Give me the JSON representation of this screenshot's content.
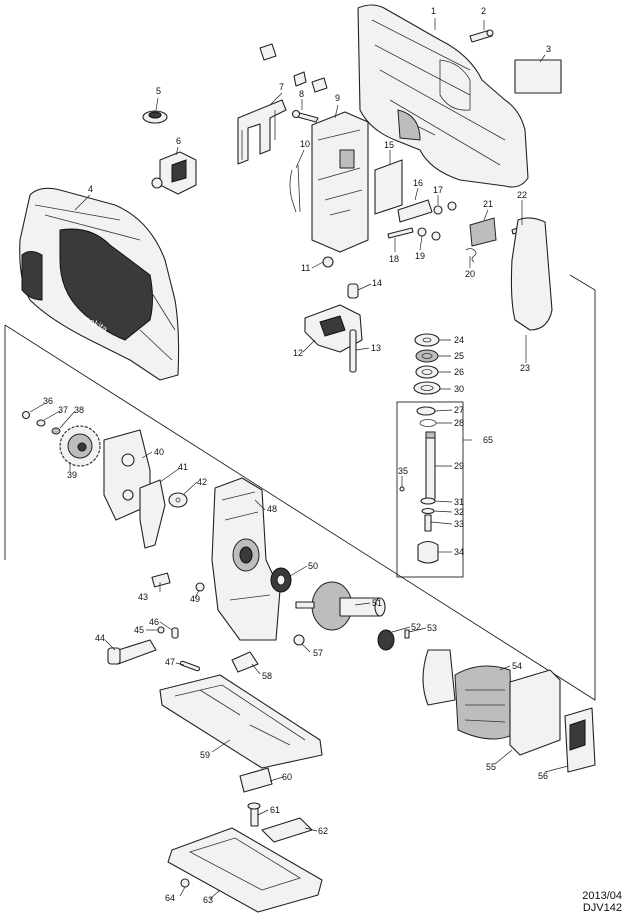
{
  "footer": {
    "date": "2013/04",
    "model": "DJV142"
  },
  "callouts": [
    "1",
    "2",
    "3",
    "4",
    "5",
    "6",
    "7",
    "8",
    "9",
    "10",
    "11",
    "12",
    "13",
    "14",
    "15",
    "16",
    "17",
    "18",
    "19",
    "20",
    "21",
    "22",
    "23",
    "24",
    "25",
    "26",
    "27",
    "28",
    "29",
    "30",
    "31",
    "32",
    "33",
    "34",
    "35",
    "36",
    "37",
    "38",
    "39",
    "40",
    "41",
    "42",
    "43",
    "44",
    "45",
    "46",
    "47",
    "48",
    "49",
    "50",
    "51",
    "52",
    "53",
    "54",
    "55",
    "56",
    "57",
    "58",
    "59",
    "60",
    "61",
    "62",
    "63",
    "64",
    "65"
  ],
  "parts": [
    {
      "id": "1",
      "kind": "housing-half"
    },
    {
      "id": "2",
      "kind": "screw"
    },
    {
      "id": "3",
      "kind": "label-plate"
    },
    {
      "id": "4",
      "kind": "housing-set"
    },
    {
      "id": "5",
      "kind": "knob"
    },
    {
      "id": "6",
      "kind": "switch"
    },
    {
      "id": "7",
      "kind": "bracket"
    },
    {
      "id": "8",
      "kind": "screw"
    },
    {
      "id": "9",
      "kind": "gear-housing"
    },
    {
      "id": "10",
      "kind": "spring-wire"
    },
    {
      "id": "11",
      "kind": "nut"
    },
    {
      "id": "12",
      "kind": "guide"
    },
    {
      "id": "13",
      "kind": "pin"
    },
    {
      "id": "14",
      "kind": "collar"
    },
    {
      "id": "15",
      "kind": "plate"
    },
    {
      "id": "16",
      "kind": "plate"
    },
    {
      "id": "17",
      "kind": "screw"
    },
    {
      "id": "18",
      "kind": "pin"
    },
    {
      "id": "19",
      "kind": "screw"
    },
    {
      "id": "20",
      "kind": "spring"
    },
    {
      "id": "21",
      "kind": "holder"
    },
    {
      "id": "22",
      "kind": "pin"
    },
    {
      "id": "23",
      "kind": "gasket"
    },
    {
      "id": "24",
      "kind": "washer"
    },
    {
      "id": "25",
      "kind": "ring"
    },
    {
      "id": "26",
      "kind": "ring"
    },
    {
      "id": "27",
      "kind": "ring"
    },
    {
      "id": "28",
      "kind": "ring"
    },
    {
      "id": "29",
      "kind": "plunger"
    },
    {
      "id": "30",
      "kind": "washer"
    },
    {
      "id": "31",
      "kind": "ring"
    },
    {
      "id": "32",
      "kind": "ring"
    },
    {
      "id": "33",
      "kind": "pin"
    },
    {
      "id": "34",
      "kind": "clamp"
    },
    {
      "id": "35",
      "kind": "pin"
    },
    {
      "id": "36",
      "kind": "screw"
    },
    {
      "id": "37",
      "kind": "washer"
    },
    {
      "id": "38",
      "kind": "ring"
    },
    {
      "id": "39",
      "kind": "gear"
    },
    {
      "id": "40",
      "kind": "cover"
    },
    {
      "id": "41",
      "kind": "gasket"
    },
    {
      "id": "42",
      "kind": "washer"
    },
    {
      "id": "43",
      "kind": "plate"
    },
    {
      "id": "44",
      "kind": "lever"
    },
    {
      "id": "45",
      "kind": "screw"
    },
    {
      "id": "46",
      "kind": "spring"
    },
    {
      "id": "47",
      "kind": "pin"
    },
    {
      "id": "48",
      "kind": "gear-housing"
    },
    {
      "id": "49",
      "kind": "ring"
    },
    {
      "id": "50",
      "kind": "bearing"
    },
    {
      "id": "51",
      "kind": "armature"
    },
    {
      "id": "52",
      "kind": "ring"
    },
    {
      "id": "53",
      "kind": "pin"
    },
    {
      "id": "54",
      "kind": "stator"
    },
    {
      "id": "55",
      "kind": "controller"
    },
    {
      "id": "56",
      "kind": "terminal"
    },
    {
      "id": "57",
      "kind": "nut"
    },
    {
      "id": "58",
      "kind": "lever"
    },
    {
      "id": "59",
      "kind": "base"
    },
    {
      "id": "60",
      "kind": "bracket"
    },
    {
      "id": "61",
      "kind": "screw"
    },
    {
      "id": "62",
      "kind": "plate"
    },
    {
      "id": "63",
      "kind": "shoe"
    },
    {
      "id": "64",
      "kind": "screw"
    },
    {
      "id": "65",
      "kind": "plunger-assembly"
    }
  ]
}
